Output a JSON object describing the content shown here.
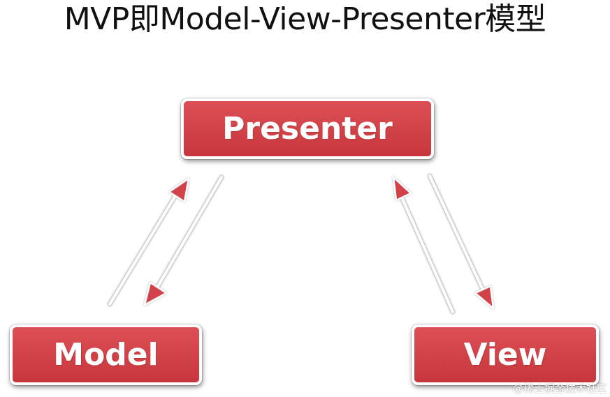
{
  "title": "MVP即Model-View-Presenter模型",
  "nodes": {
    "presenter": "Presenter",
    "model": "Model",
    "view": "View"
  },
  "arrows": [
    {
      "from": "model",
      "to": "presenter"
    },
    {
      "from": "presenter",
      "to": "model"
    },
    {
      "from": "view",
      "to": "presenter"
    },
    {
      "from": "presenter",
      "to": "view"
    }
  ],
  "colors": {
    "box_fill": "#d2434a",
    "arrow_head": "#d2434a",
    "arrow_shaft": "#ffffff"
  },
  "watermark": "@稀土掘金技术社区"
}
